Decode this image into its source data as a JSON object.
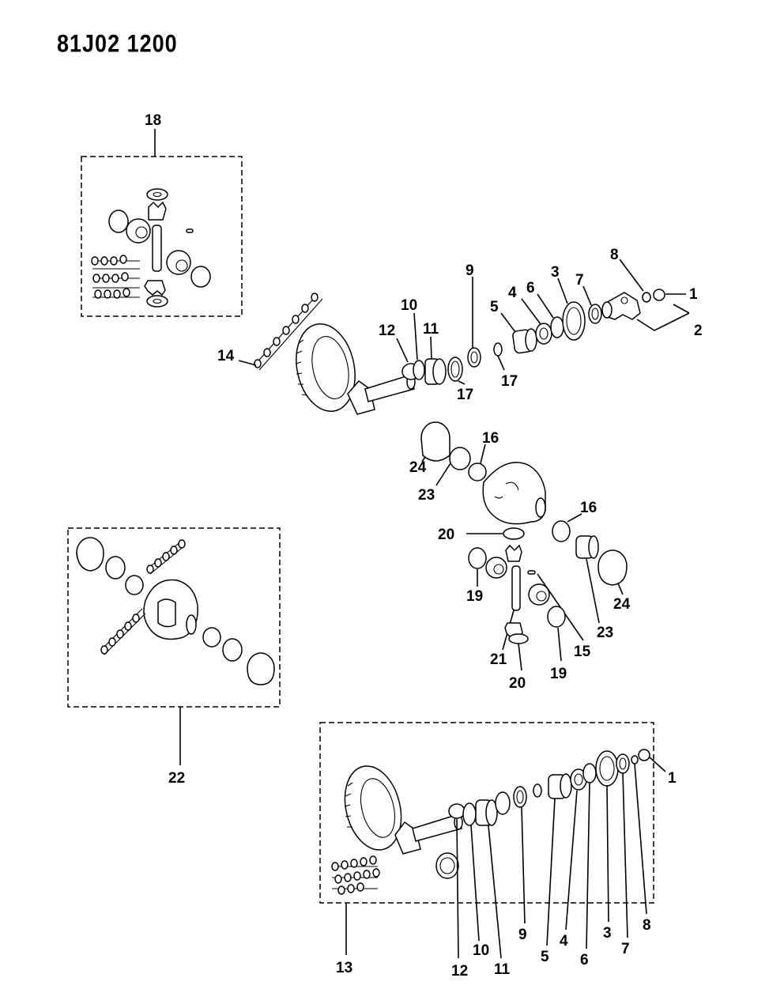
{
  "header": {
    "code": "81J02 1200"
  },
  "callouts": [
    {
      "id": "c18",
      "text": "18"
    },
    {
      "id": "c8a",
      "text": "8"
    },
    {
      "id": "c1a",
      "text": "1"
    },
    {
      "id": "c2",
      "text": "2"
    },
    {
      "id": "c9a",
      "text": "9"
    },
    {
      "id": "c3a",
      "text": "3"
    },
    {
      "id": "c7a",
      "text": "7"
    },
    {
      "id": "c4a",
      "text": "4"
    },
    {
      "id": "c6a",
      "text": "6"
    },
    {
      "id": "c5a",
      "text": "5"
    },
    {
      "id": "c10a",
      "text": "10"
    },
    {
      "id": "c11a",
      "text": "11"
    },
    {
      "id": "c12a",
      "text": "12"
    },
    {
      "id": "c14",
      "text": "14"
    },
    {
      "id": "c17a",
      "text": "17"
    },
    {
      "id": "c17b",
      "text": "17"
    },
    {
      "id": "c16a",
      "text": "16"
    },
    {
      "id": "c24a",
      "text": "24"
    },
    {
      "id": "c23a",
      "text": "23"
    },
    {
      "id": "c20a",
      "text": "20"
    },
    {
      "id": "c16b",
      "text": "16"
    },
    {
      "id": "c19a",
      "text": "19"
    },
    {
      "id": "c24b",
      "text": "24"
    },
    {
      "id": "c23b",
      "text": "23"
    },
    {
      "id": "c15",
      "text": "15"
    },
    {
      "id": "c21",
      "text": "21"
    },
    {
      "id": "c19b",
      "text": "19"
    },
    {
      "id": "c20b",
      "text": "20"
    },
    {
      "id": "c22",
      "text": "22"
    },
    {
      "id": "c1b",
      "text": "1"
    },
    {
      "id": "c13",
      "text": "13"
    },
    {
      "id": "c12b",
      "text": "12"
    },
    {
      "id": "c10b",
      "text": "10"
    },
    {
      "id": "c11b",
      "text": "11"
    },
    {
      "id": "c9b",
      "text": "9"
    },
    {
      "id": "c5b",
      "text": "5"
    },
    {
      "id": "c4b",
      "text": "4"
    },
    {
      "id": "c6b",
      "text": "6"
    },
    {
      "id": "c3b",
      "text": "3"
    },
    {
      "id": "c7b",
      "text": "7"
    },
    {
      "id": "c8b",
      "text": "8"
    }
  ]
}
